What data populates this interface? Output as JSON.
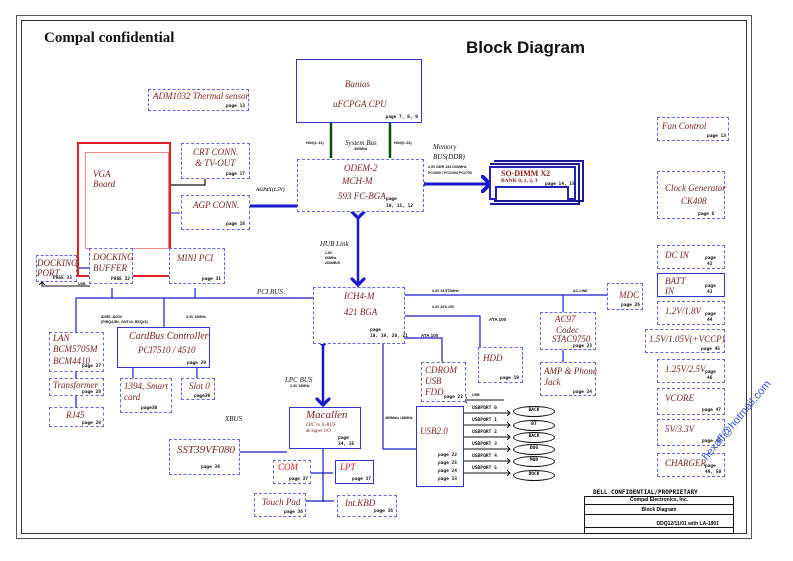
{
  "header": {
    "confidential": "Compal  confidential",
    "title": "Block Diagram"
  },
  "blocks": {
    "thermal": {
      "label": "ADM1032 Thermal sensor",
      "page": "page 13"
    },
    "cpu": {
      "line1": "Banias",
      "line2": "uFCPGA CPU",
      "page": "page 7, 8, 9"
    },
    "mch": {
      "line1": "ODEM-2",
      "line2": "MCH-M",
      "line3": "593  FC-BGA",
      "page1": "page",
      "page2": "10, 11, 12"
    },
    "sodimm": {
      "label": "SO-DIMM X2",
      "sub": "BANK 0, 1, 2, 3",
      "page": "page  14, 15"
    },
    "vga": {
      "line1": "VGA",
      "line2": "Board"
    },
    "crt": {
      "line1": "CRT CONN.",
      "line2": "& TV-OUT",
      "page": "page 17"
    },
    "agp": {
      "label": "AGP CONN.",
      "page": "page 16"
    },
    "fan": {
      "label": "Fan Control",
      "page": "page 13"
    },
    "clock": {
      "line1": "Clock Generator",
      "line2": "CK408",
      "page": "page 6"
    },
    "dcin": {
      "label": "DC IN",
      "page1": "page",
      "page2": "42"
    },
    "batt": {
      "line1": "BATT",
      "line2": "IN",
      "page1": "page",
      "page2": "43"
    },
    "v12": {
      "label": "1.2V/1.8V",
      "page1": "page",
      "page2": "44"
    },
    "v15": {
      "label": "1.5V/1.05V(+VCCP)",
      "page": "page 45"
    },
    "v125": {
      "label": "1.25V/2.5V",
      "page1": "page",
      "page2": "46"
    },
    "vcore": {
      "label": "VCORE",
      "page": "page 47"
    },
    "v5": {
      "label": "5V/3.3V",
      "page": "page 48"
    },
    "charger": {
      "label": "CHARGER",
      "page1": "page",
      "page2": "49, 50"
    },
    "dockport": {
      "line1": "DOCKING",
      "line2": "PORT",
      "page": "PAGE 33"
    },
    "dockbuf": {
      "line1": "DOCKING",
      "line2": "BUFFER",
      "page": "PAGE 32"
    },
    "minipci": {
      "label": "MINI PCI",
      "page": "page 31"
    },
    "ich": {
      "line1": "ICH4-M",
      "line2": "421 BGA",
      "page1": "page",
      "page2": "18, 19, 20, 21"
    },
    "mdc": {
      "label": "MDC",
      "page": "page 26"
    },
    "ac97": {
      "line1": "AC97",
      "line2": "Codec",
      "line3": "STAC9750",
      "page": "page 23"
    },
    "amp": {
      "line1": "AMP & Phone",
      "line2": "Jack",
      "page": "page 24"
    },
    "lan": {
      "line1": "LAN",
      "line2": "BCM5705M",
      "line3": "BCM4410",
      "page": "page 27"
    },
    "cardbus": {
      "line1": "CardBus Controller",
      "line2": "PCI7510 / 4510",
      "page": "page 29"
    },
    "transformer": {
      "label": "Transformer",
      "page": "page 28"
    },
    "rj45": {
      "label": "RJ45",
      "page": "page 28"
    },
    "i1394": {
      "line1": "1394, Smart",
      "line2": "card",
      "page": "page30"
    },
    "slot0": {
      "label": "Slot 0",
      "page": "page30"
    },
    "hdd": {
      "label": "HDD",
      "page": "page 19"
    },
    "cdrom": {
      "line1": "CDROM",
      "line2": "USB",
      "line3": "FDD",
      "page": "page 22"
    },
    "usb2": {
      "label": "USB2.0",
      "pages": [
        "page 22",
        "page 25",
        "page 24",
        "page 33"
      ]
    },
    "macallen": {
      "line1": "Macallen",
      "line2": "LPC to X-BUS",
      "line3": "& Super I/O",
      "page1": "page",
      "page2": "34, 35"
    },
    "sst": {
      "label": "SST39VF080",
      "page": "page 36"
    },
    "com": {
      "label": "COM",
      "page": "page 37"
    },
    "lpt": {
      "label": "LPT",
      "page": "page 37"
    },
    "touchpad": {
      "label": "Touch Pad",
      "page": "page 36"
    },
    "kbd": {
      "label": "Int.KBD",
      "page": "page 36"
    }
  },
  "buses": {
    "hd_left": "HD#(3..31)",
    "system_bus": "System Bus",
    "system_bus_speed": "400MHz",
    "hd_right": "HD#(0..63)",
    "memory_bus1": "Memory",
    "memory_bus2": "BUS(DDR)",
    "memory_spec1": "2.5V DDR 133 /266MHz",
    "memory_spec2": "PC1600 / PC2100/ PC2700",
    "agp": "AGP4X(1.5V)",
    "hub_link": "HUB Link",
    "hub_spec1": "1.8V",
    "hub_spec2": "66MHz",
    "hub_spec3": "266MB/S",
    "pci_bus": "PCI BUS",
    "usb_dock": "USB",
    "idsel": "IDSEL:AD20",
    "idsel2": "(PIRQA/B#, GNT#3, REQ#3)",
    "pci_33": "3.3V 33MHz",
    "ich_spec1": "3.3V 24.576MHz",
    "ich_spec2": "3.3V ATA 100",
    "ac_link": "AC-LINK",
    "ata100_hdd": "ATA 100",
    "ata100_cd": "ATA 100",
    "usb_cd": "USB",
    "usb_speed": "480Mb/s /48MHz",
    "lpc_bus": "LPC BUS",
    "lpc_speed": "3.3V 33MHz",
    "xbus": "XBUS"
  },
  "usb_ports": [
    {
      "port": "USBPORT 0",
      "target": "BACK"
    },
    {
      "port": "USBPORT 1",
      "target": "BT"
    },
    {
      "port": "USBPORT 2",
      "target": "BACK"
    },
    {
      "port": "USBPORT 3",
      "target": "DOG"
    },
    {
      "port": "USBPORT 4",
      "target": "MOD"
    },
    {
      "port": "USBPORT 5",
      "target": "DOCK"
    }
  ],
  "title_block": {
    "header": "DELL CONFIDENTIAL/PROPRIETARY",
    "company": "Compal Electronics, Inc.",
    "title": "Block Diagram",
    "doc_number": "DDQ12/11/01 with LA-1901"
  },
  "watermark": "hexaff@hotmail.com",
  "colors": {
    "bus": "#1a1acc",
    "label": "#7a1f1f",
    "vga": "#e0201f",
    "cpu_bus": "#0d4d0d"
  }
}
